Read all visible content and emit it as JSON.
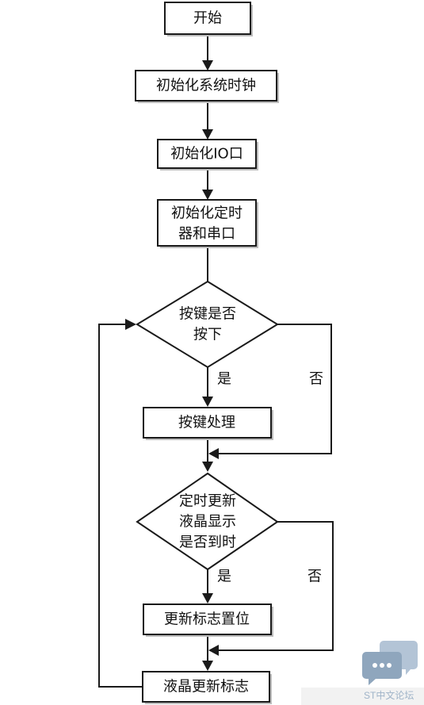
{
  "flowchart": {
    "start": "开始",
    "init_clock": "初始化系统时钟",
    "init_io": "初始化IO口",
    "init_timer_line1": "初始化定时",
    "init_timer_line2": "器和串口",
    "key_decision_line1": "按键是否",
    "key_decision_line2": "按下",
    "yes1": "是",
    "no1": "否",
    "key_process": "按键处理",
    "timer_decision_line1": "定时更新",
    "timer_decision_line2": "液晶显示",
    "timer_decision_line3": "是否到时",
    "yes2": "是",
    "no2": "否",
    "set_flag": "更新标志置位",
    "lcd_update": "液晶更新标志"
  },
  "watermark": {
    "icon": "chat-bubbles-icon",
    "text": "ST中文论坛",
    "color": "#9fb3c8"
  }
}
